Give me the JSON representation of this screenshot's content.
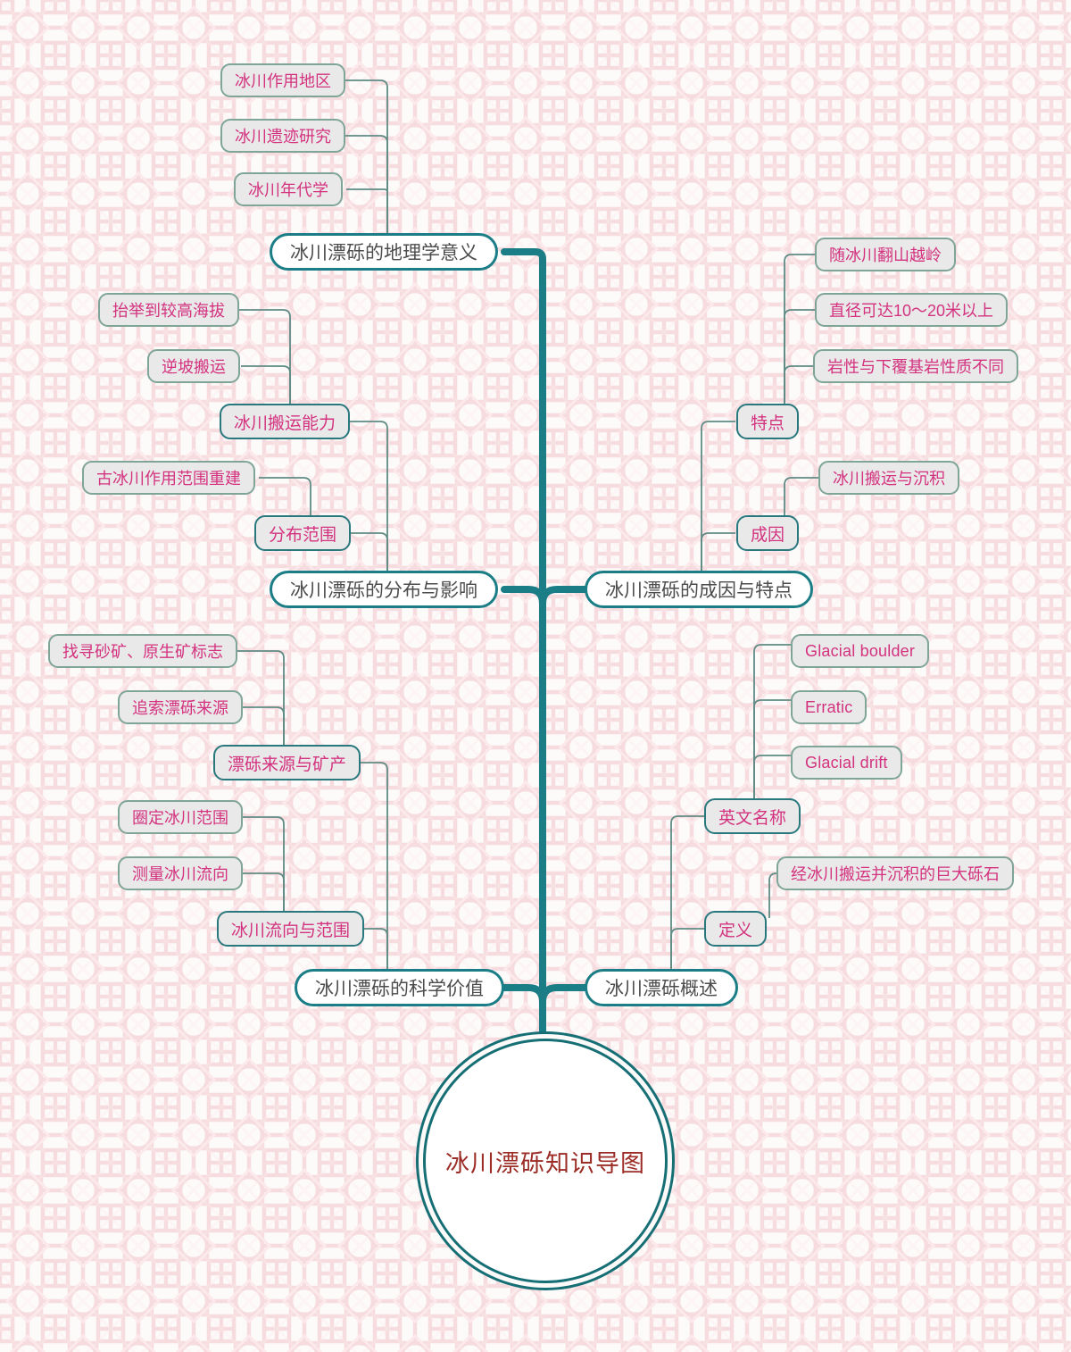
{
  "title": "冰川漂砾知识导图",
  "colors": {
    "trunk": "#1b7e86",
    "branch_border": "#1b7e86",
    "branch_text": "#4c4c4c",
    "mid_border": "#28787d",
    "leaf_border": "#7fa598",
    "leaf_fill": "#e9e9e9",
    "leaf_text": "#d4327f",
    "hub_border": "#156f75",
    "hub_text": "#9b2d26",
    "background": "#fdfafa",
    "pattern": "#f7dfe2"
  },
  "center": {
    "label": "冰川漂砾知识导图"
  },
  "branches": [
    {
      "id": "geo-meaning",
      "label": "冰川漂砾的地理学意义",
      "children": [
        {
          "label": "冰川作用地区"
        },
        {
          "label": "冰川遗迹研究"
        },
        {
          "label": "冰川年代学"
        }
      ]
    },
    {
      "id": "distribution",
      "label": "冰川漂砾的分布与影响",
      "children": [
        {
          "label": "冰川搬运能力",
          "children": [
            {
              "label": "抬举到较高海拔"
            },
            {
              "label": "逆坡搬运"
            }
          ]
        },
        {
          "label": "分布范围",
          "children": [
            {
              "label": "古冰川作用范围重建"
            }
          ]
        }
      ]
    },
    {
      "id": "origin-features",
      "label": "冰川漂砾的成因与特点",
      "children": [
        {
          "label": "特点",
          "children": [
            {
              "label": "随冰川翻山越岭"
            },
            {
              "label": "直径可达10～20米以上"
            },
            {
              "label": "岩性与下覆基岩性质不同"
            }
          ]
        },
        {
          "label": "成因",
          "children": [
            {
              "label": "冰川搬运与沉积"
            }
          ]
        }
      ]
    },
    {
      "id": "scientific-value",
      "label": "冰川漂砾的科学价值",
      "children": [
        {
          "label": "漂砾来源与矿产",
          "children": [
            {
              "label": "找寻砂矿、原生矿标志"
            },
            {
              "label": "追索漂砾来源"
            }
          ]
        },
        {
          "label": "冰川流向与范围",
          "children": [
            {
              "label": "圈定冰川范围"
            },
            {
              "label": "测量冰川流向"
            }
          ]
        }
      ]
    },
    {
      "id": "overview",
      "label": "冰川漂砾概述",
      "children": [
        {
          "label": "英文名称",
          "children": [
            {
              "label": "Glacial boulder",
              "lang": "en"
            },
            {
              "label": "Erratic",
              "lang": "en"
            },
            {
              "label": "Glacial drift",
              "lang": "en"
            }
          ]
        },
        {
          "label": "定义",
          "children": [
            {
              "label": "经冰川搬运并沉积的巨大砾石"
            }
          ]
        }
      ]
    }
  ]
}
